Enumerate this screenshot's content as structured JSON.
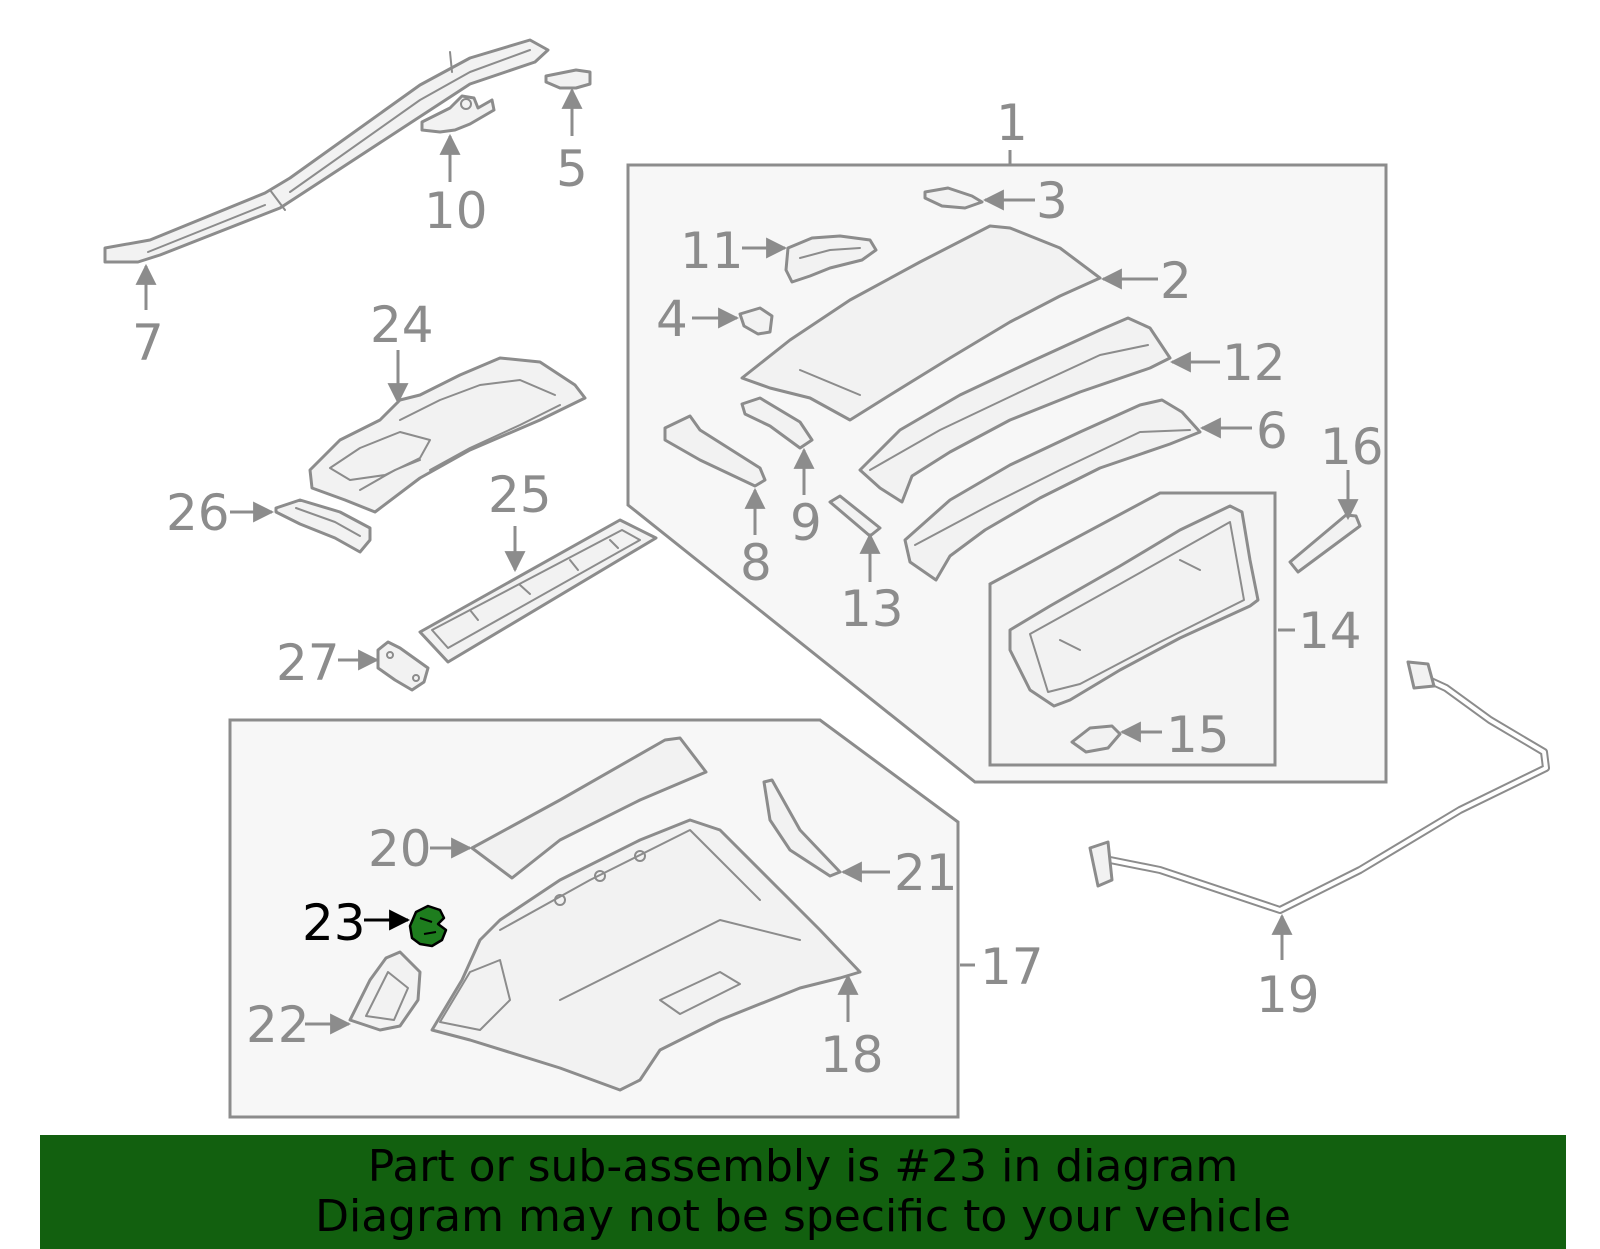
{
  "diagram": {
    "highlighted_part": "23",
    "highlight_color": "#1e7d1e",
    "line_color": "#8c8c8c",
    "callouts": {
      "c1": "1",
      "c2": "2",
      "c3": "3",
      "c4": "4",
      "c5": "5",
      "c6": "6",
      "c7": "7",
      "c8": "8",
      "c9": "9",
      "c10": "10",
      "c11": "11",
      "c12": "12",
      "c13": "13",
      "c14": "14",
      "c15": "15",
      "c16": "16",
      "c17": "17",
      "c18": "18",
      "c19": "19",
      "c20": "20",
      "c21": "21",
      "c22": "22",
      "c23": "23",
      "c24": "24",
      "c25": "25",
      "c26": "26",
      "c27": "27"
    }
  },
  "banner": {
    "line1": "Part or sub-assembly is #23 in diagram",
    "line2": "Diagram may not be specific to your vehicle",
    "background": "#12600f"
  }
}
